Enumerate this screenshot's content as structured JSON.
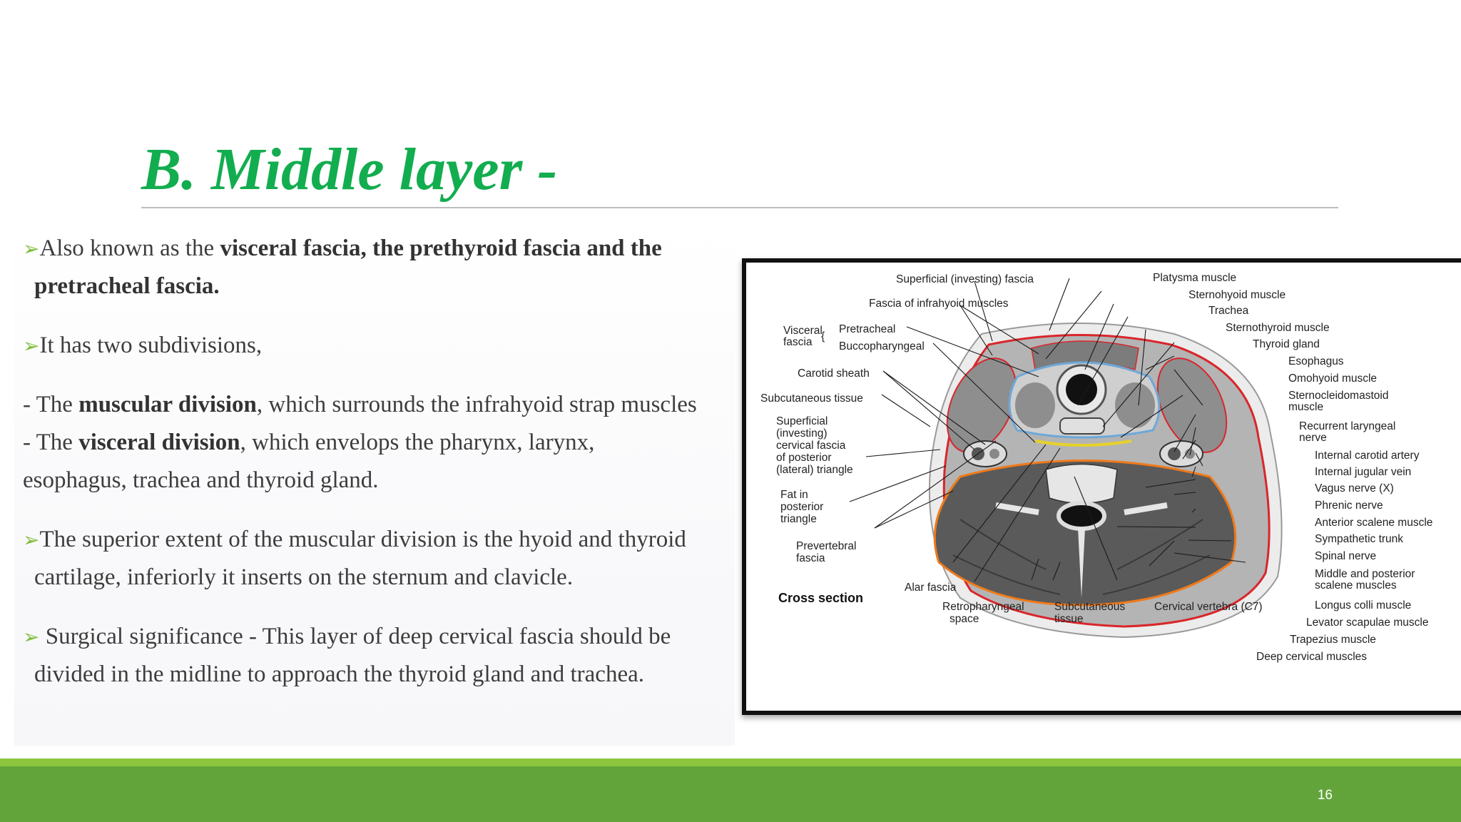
{
  "slide": {
    "title": "B. Middle layer -",
    "page_number": "16"
  },
  "bullets": {
    "b1_pre": "Also known as the ",
    "b1_bold": "visceral fascia, the prethyroid fascia and the",
    "b1_bold2": "pretracheal fascia.",
    "b2": "It has two subdivisions,",
    "d1_pre": "- The ",
    "d1_bold": "muscular division",
    "d1_post": ", which surrounds the infrahyoid strap muscles",
    "d2_pre": "- The ",
    "d2_bold": "visceral division",
    "d2_post": ", which envelops the pharynx, larynx,",
    "d2_line2": "esophagus, trachea and thyroid gland.",
    "b3_line1": "The superior extent of the muscular division is the hyoid and thyroid",
    "b3_line2": "cartilage, inferiorly it inserts on the sternum and clavicle.",
    "b4_line1": " Surgical significance - This layer of deep cervical fascia should be",
    "b4_line2": "divided in the midline to approach the thyroid gland and trachea.",
    "marker": "➢"
  },
  "figure": {
    "labels": {
      "superficial_fascia": "Superficial (investing) fascia",
      "fascia_infrahyoid": "Fascia of infrahyoid muscles",
      "visceral": "Visceral",
      "fascia": "fascia",
      "pretracheal": "Pretracheal",
      "buccopharyngeal": "Buccopharyngeal",
      "carotid_sheath": "Carotid sheath",
      "subcutaneous_tissue": "Subcutaneous tissue",
      "superficial_post_1": "Superficial",
      "superficial_post_2": "(investing)",
      "superficial_post_3": "cervical fascia",
      "superficial_post_4": "of posterior",
      "superficial_post_5": "(lateral) triangle",
      "fat_1": "Fat in",
      "fat_2": "posterior",
      "fat_3": "triangle",
      "prevertebral_1": "Prevertebral",
      "prevertebral_2": "fascia",
      "cross_section": "Cross section",
      "alar_fascia": "Alar fascia",
      "retro_1": "Retropharyngeal",
      "retro_2": "space",
      "subcut_b1": "Subcutaneous",
      "subcut_b2": "tissue",
      "cervical_vertebra": "Cervical vertebra (C7)",
      "platysma": "Platysma muscle",
      "sternohyoid": "Sternohyoid muscle",
      "trachea": "Trachea",
      "sternothyroid": "Sternothyroid muscle",
      "thyroid_gland": "Thyroid gland",
      "esophagus": "Esophagus",
      "omohyoid": "Omohyoid muscle",
      "scm_1": "Sternocleidomastoid",
      "scm_2": "muscle",
      "recurrent_1": "Recurrent laryngeal",
      "recurrent_2": "nerve",
      "internal_carotid": "Internal carotid artery",
      "internal_jugular": "Internal jugular vein",
      "vagus": "Vagus nerve (X)",
      "phrenic": "Phrenic nerve",
      "anterior_scalene": "Anterior scalene muscle",
      "sympathetic": "Sympathetic trunk",
      "spinal": "Spinal nerve",
      "middle_post_1": "Middle and posterior",
      "middle_post_2": "scalene muscles",
      "longus_colli": "Longus colli muscle",
      "levator_scapulae": "Levator scapulae muscle",
      "trapezius": "Trapezius muscle",
      "deep_cervical": "Deep cervical muscles"
    },
    "colors": {
      "red_fascia": "#d9262b",
      "blue_fascia": "#6fa8d8",
      "orange_fascia": "#ef7a1a",
      "muscle_gray": "#8e8e8e",
      "dark_tissue": "#4a4a4a"
    }
  },
  "colors": {
    "title_green": "#12ad4f",
    "footer_green": "#62a43a",
    "footer_light_green": "#8cc63e",
    "bullet_green": "#7fbf3a"
  }
}
